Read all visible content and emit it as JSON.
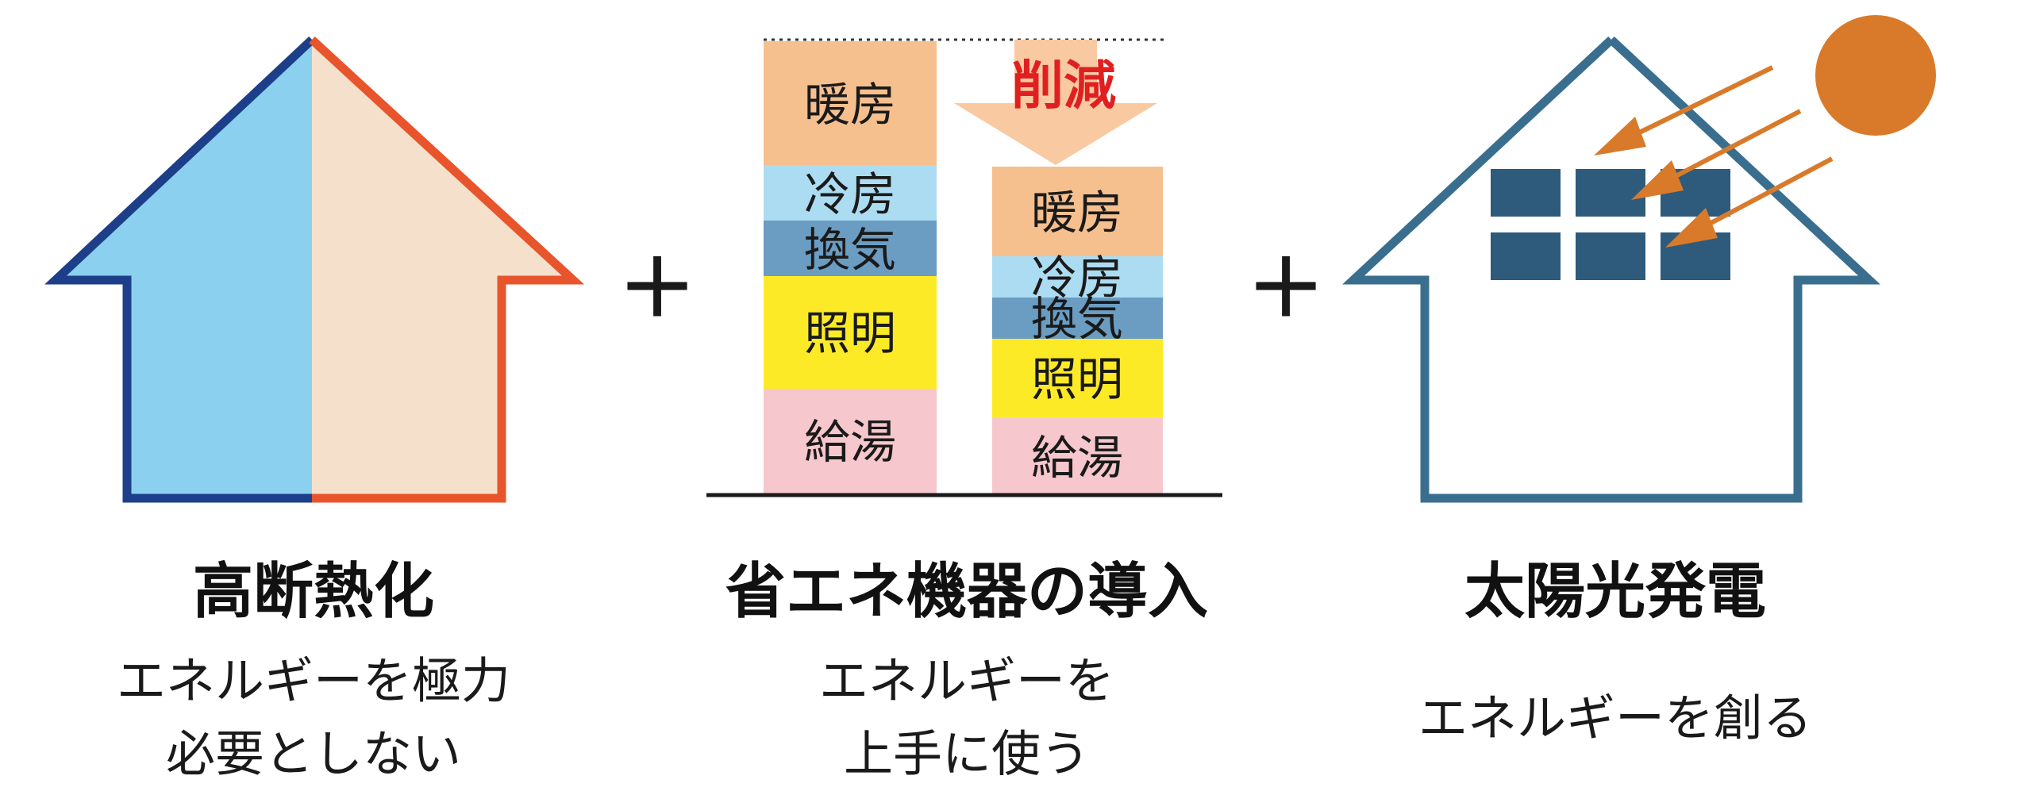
{
  "colors": {
    "cool": "#8cd0f0",
    "warm": "#f5e1cb",
    "navy": "#1d3f8a",
    "orange_red": "#e8542b",
    "house_outline": "#3a6e8e",
    "panel": "#2e5a7c",
    "sun": "#d97a2a",
    "heating": "#f5bf8e",
    "cooling": "#abdcf2",
    "ventilation": "#6b9cc2",
    "lighting": "#fdea26",
    "hot_water": "#f6c7cc",
    "reduction_arrow": "#f9c9a2",
    "reduction_text": "#e02020"
  },
  "icons": [
    "half-insulated-house-icon",
    "solar-house-icon",
    "sun-icon",
    "solar-panel-icon",
    "down-arrow-icon"
  ],
  "operators": {
    "plus1": "+",
    "plus2": "+"
  },
  "panel1": {
    "title": "高断熱化",
    "desc_line1": "エネルギーを極力",
    "desc_line2": "必要としない"
  },
  "panel2": {
    "title": "省エネ機器の導入",
    "desc_line1": "エネルギーを",
    "desc_line2": "上手に使う",
    "reduction_label": "削減",
    "before": {
      "heating": "暖房",
      "cooling": "冷房",
      "ventilation": "換気",
      "lighting": "照明",
      "hot_water": "給湯"
    },
    "after": {
      "heating": "暖房",
      "cooling": "冷房",
      "ventilation": "換気",
      "lighting": "照明",
      "hot_water": "給湯"
    }
  },
  "panel3": {
    "title": "太陽光発電",
    "desc_line1": "エネルギーを創る"
  }
}
